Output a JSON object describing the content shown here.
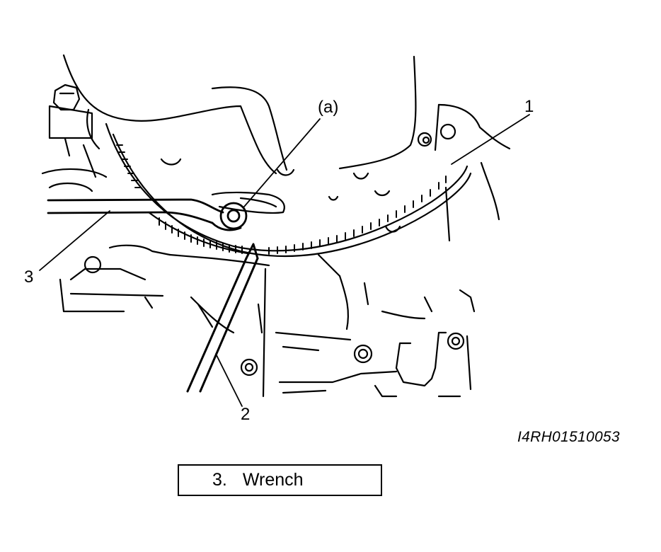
{
  "callouts": {
    "a": "(a)",
    "one": "1",
    "two": "2",
    "three": "3"
  },
  "figure_code": "I4RH01510053",
  "legend": {
    "number": "3.",
    "label": "Wrench"
  },
  "colors": {
    "ink": "#000000",
    "paper": "#ffffff"
  }
}
